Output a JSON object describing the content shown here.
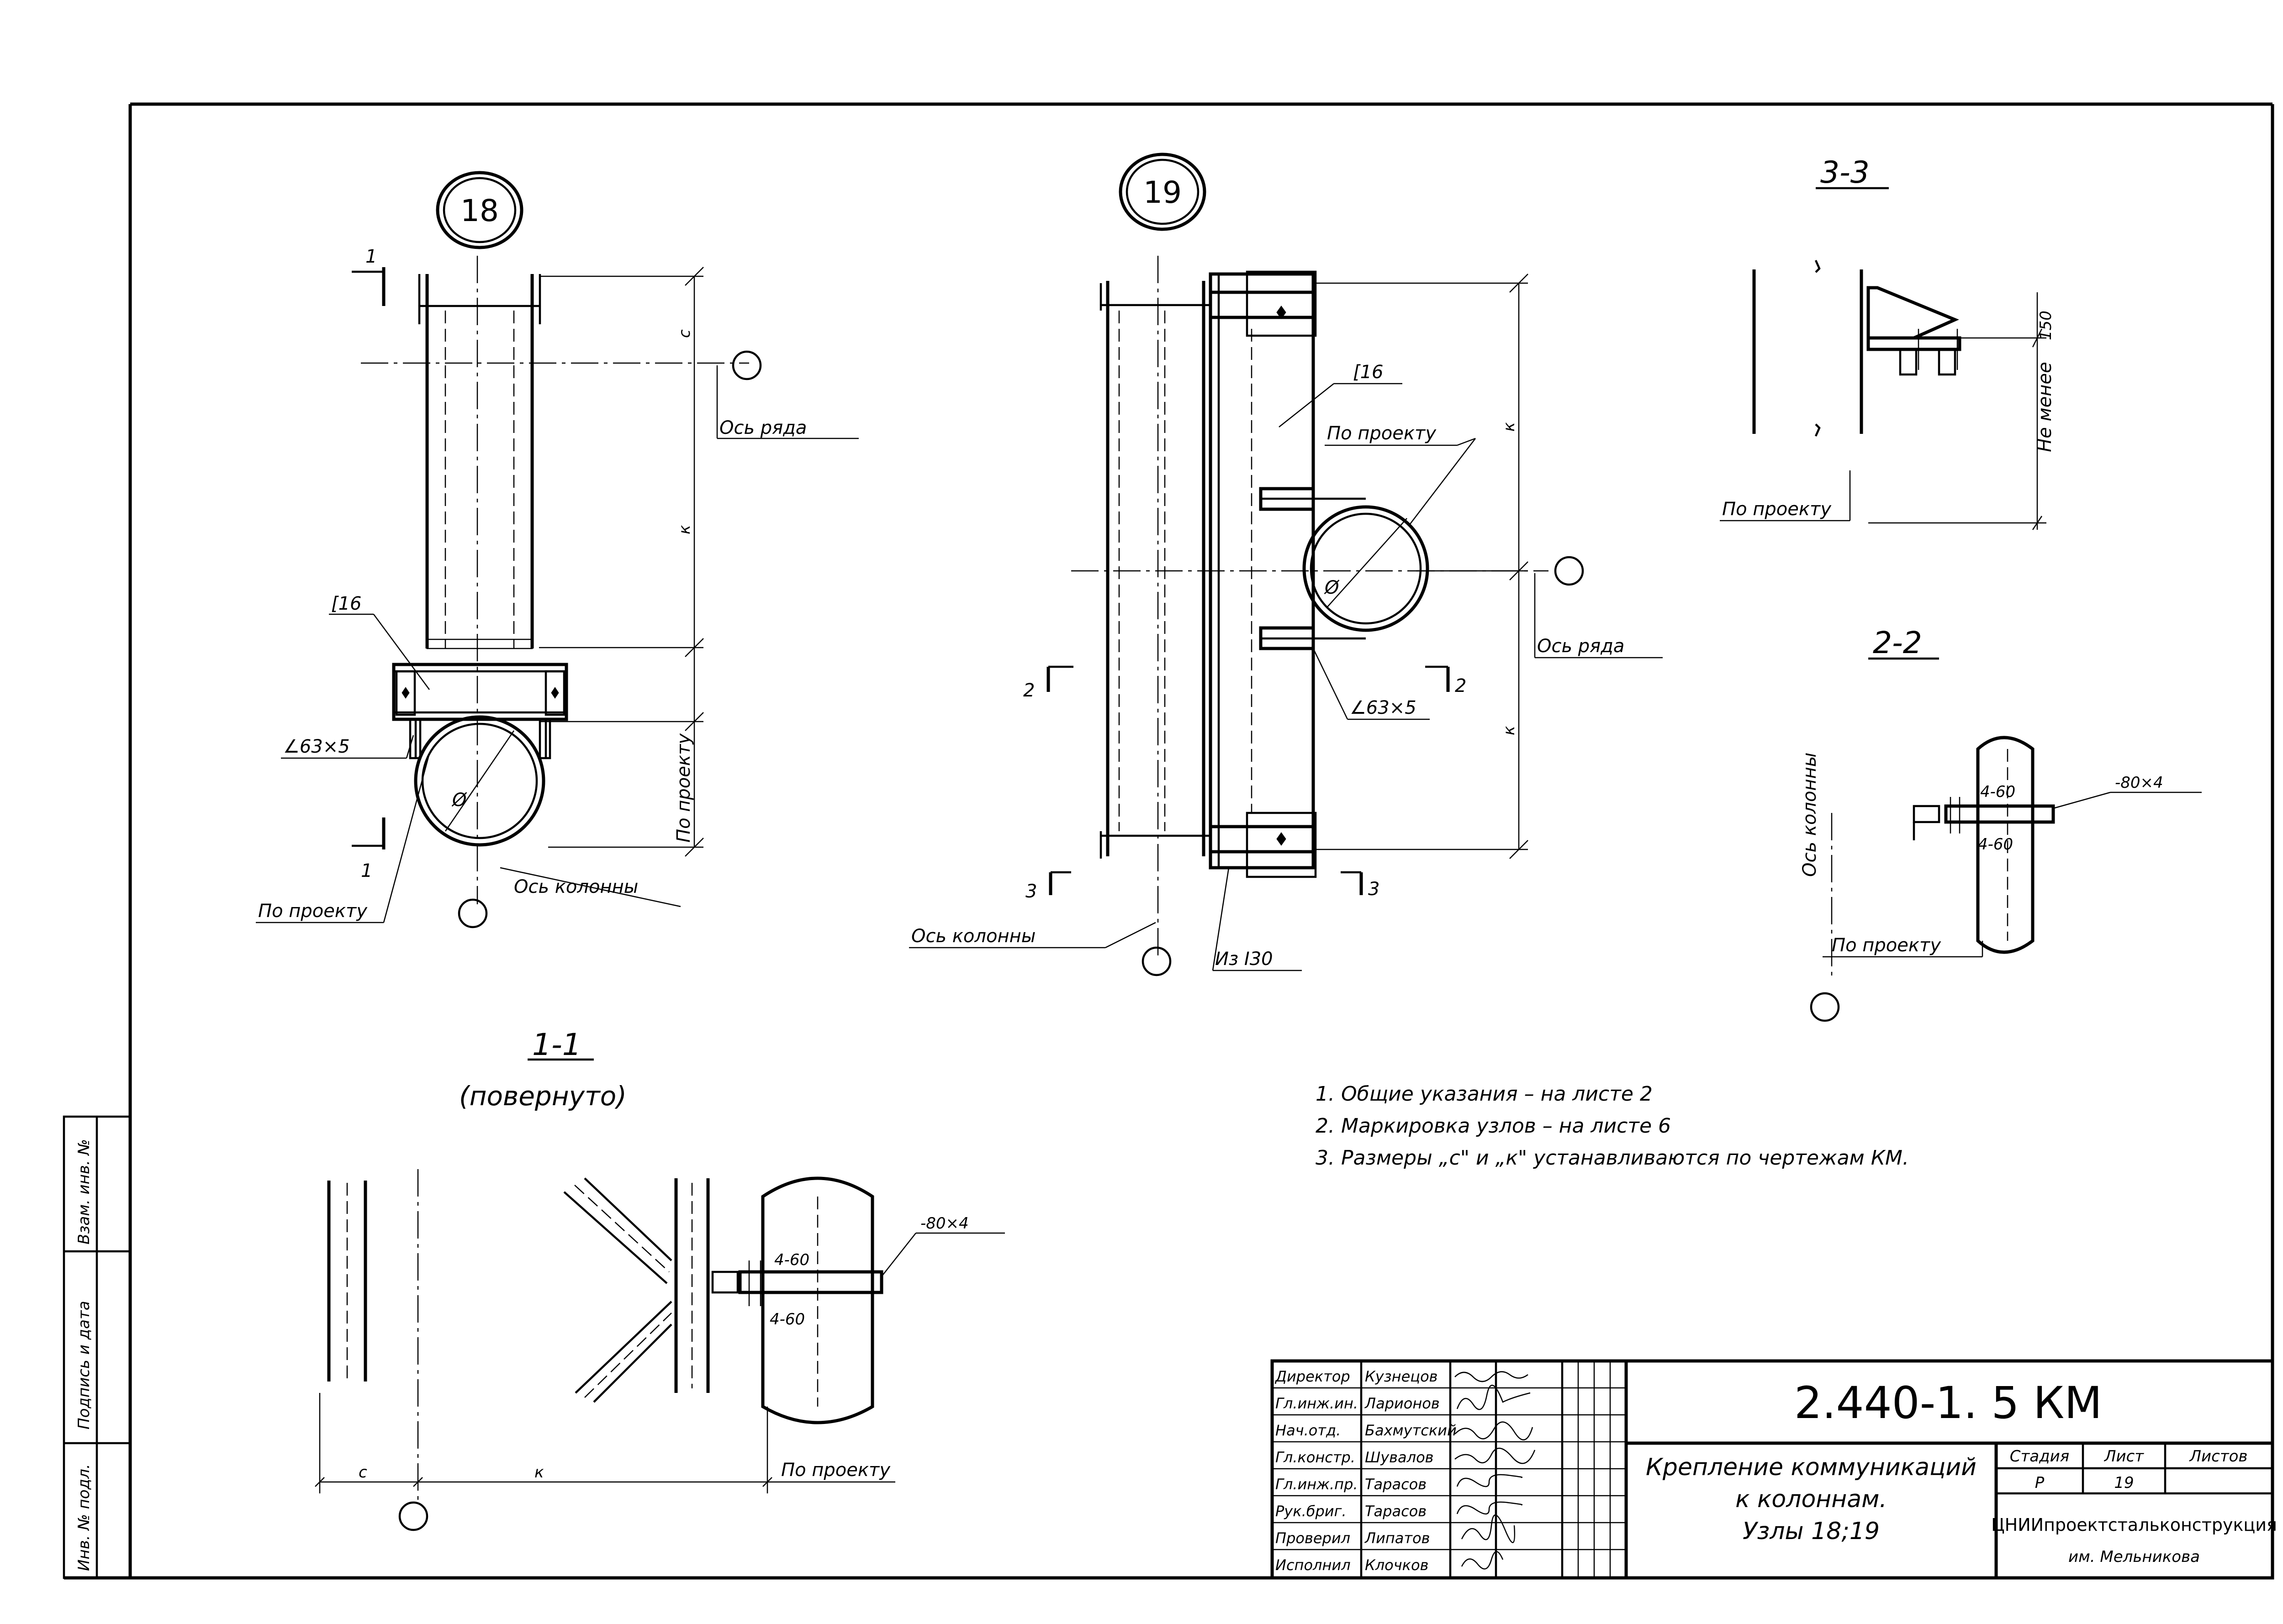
{
  "nodes": {
    "n18": {
      "number": "18",
      "channel": "[16",
      "angle": "∠63×5",
      "pipe_diameter": "Ø",
      "column_axis": "Ось колонны",
      "row_axis": "Ось ряда",
      "per_project_bottom": "По проекту",
      "per_project_side": "По проекту",
      "dim_c": "c",
      "dim_k": "к",
      "cut_mark": "1"
    },
    "n19": {
      "number": "19",
      "channel": "[16",
      "per_project": "По проекту",
      "pipe_diameter": "Ø",
      "row_axis": "Ось ряда",
      "angle": "∠63×5",
      "dim_k_top": "к",
      "dim_k_bottom": "к",
      "column_axis": "Ось колонны",
      "from_i": "Из I30",
      "cut_2": "2",
      "cut_3": "3"
    }
  },
  "sections": {
    "s33": {
      "title": "3-3",
      "min_label": "Не менее",
      "dim_150": "150",
      "per_project": "По проекту"
    },
    "s22": {
      "title": "2-2",
      "column_axis": "Ось колонны",
      "strip": "-80×4",
      "bolts_top": "4-60",
      "bolts_bottom": "4-60",
      "per_project": "По проекту"
    },
    "s11": {
      "title": "1-1",
      "subtitle": "(повернуто)",
      "strip": "-80×4",
      "bolts_top": "4-60",
      "bolts_bottom": "4-60",
      "dim_c": "c",
      "dim_k": "к",
      "per_project": "По проекту"
    }
  },
  "notes": [
    "1. Общие указания – на листе 2",
    "2. Маркировка узлов – на листе 6",
    "3. Размеры „с\" и „к\" устанавливаются по чертежам КМ."
  ],
  "side_stamp": {
    "inv_orig": "Инв. № подл.",
    "sign_date": "Подпись и дата",
    "vzam_inv": "Взам. инв. №"
  },
  "title_block": {
    "code": "2.440-1. 5 КМ",
    "title_lines": [
      "Крепление коммуникаций",
      "к колоннам.",
      "Узлы 18;19"
    ],
    "stage_label": "Стадия",
    "sheet_label": "Лист",
    "sheets_label": "Листов",
    "stage": "Р",
    "sheet": "19",
    "sheets": "",
    "org_line1": "ЦНИИпроектстальконструкция",
    "org_line2": "им. Мельникова",
    "staff": [
      {
        "role": "Директор",
        "name": "Кузнецов"
      },
      {
        "role": "Гл.инж.ин.",
        "name": "Ларионов"
      },
      {
        "role": "Нач.отд.",
        "name": "Бахмутский"
      },
      {
        "role": "Гл.констр.",
        "name": "Шувалов"
      },
      {
        "role": "Гл.инж.пр.",
        "name": "Тарасов"
      },
      {
        "role": "Рук.бриг.",
        "name": "Тарасов"
      },
      {
        "role": "Проверил",
        "name": "Липатов"
      },
      {
        "role": "Исполнил",
        "name": "Клочков"
      }
    ]
  }
}
